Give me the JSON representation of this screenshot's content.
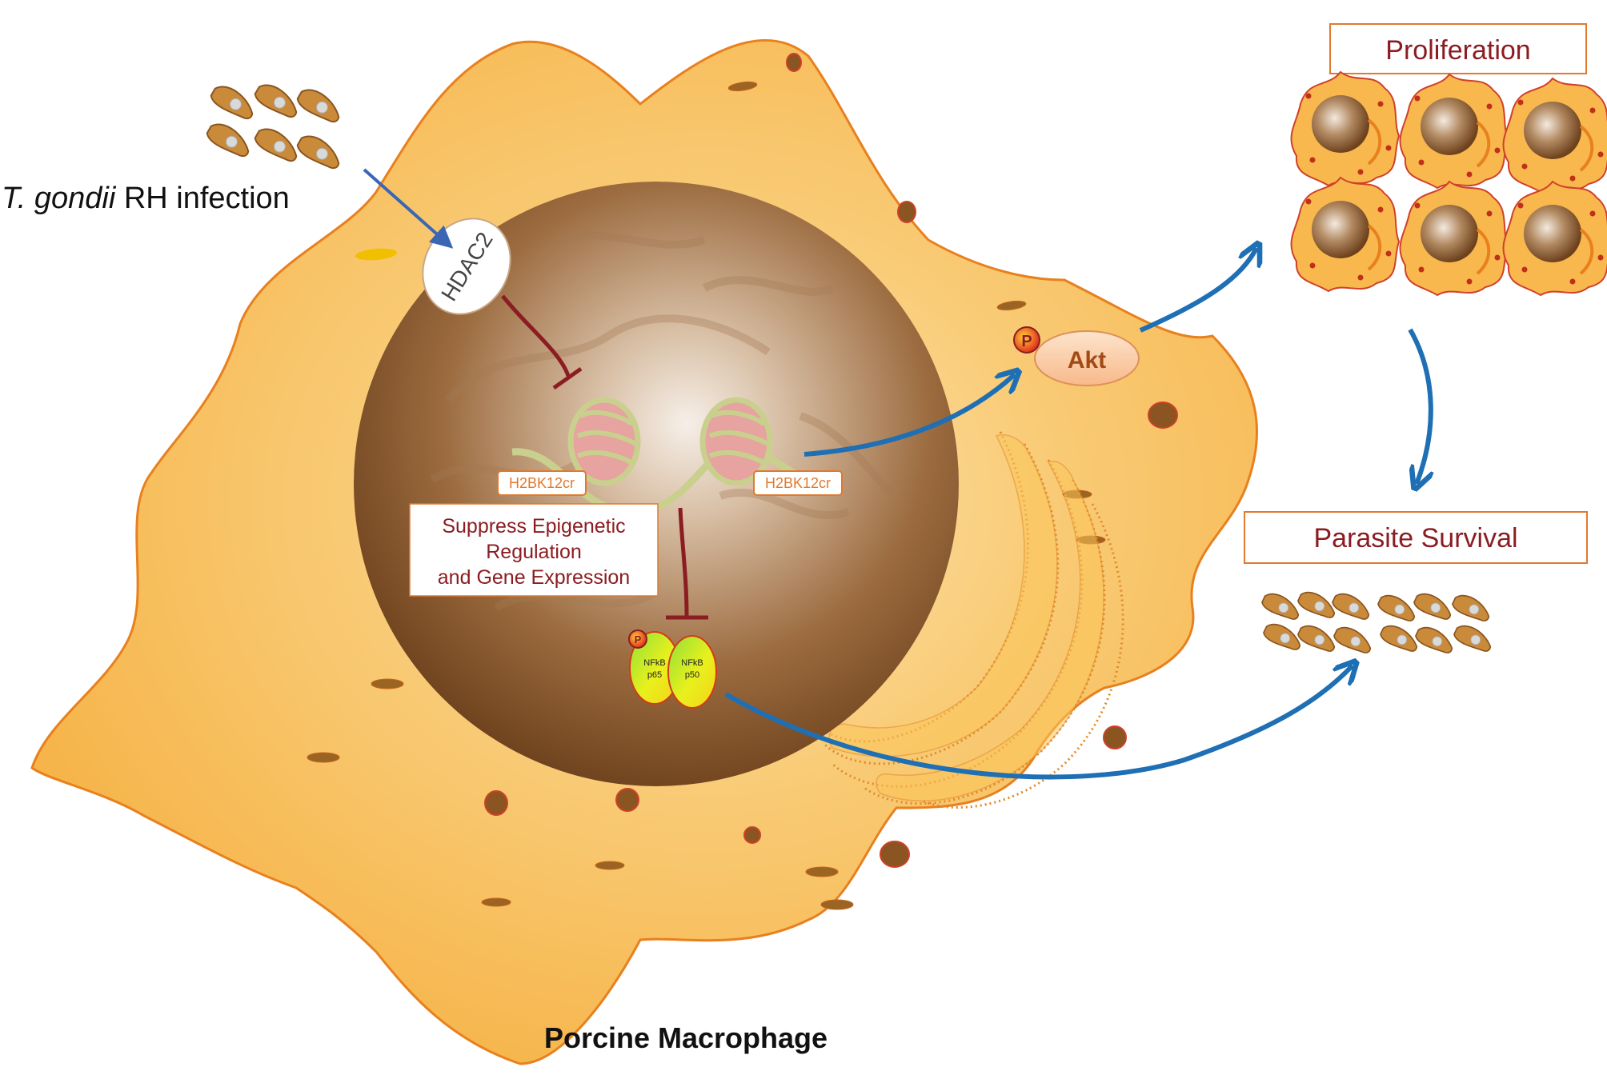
{
  "labels": {
    "infection_italic": "T. gondii",
    "infection_rest": " RH infection",
    "hdac2": "HDAC2",
    "akt": "Akt",
    "phospho": "P",
    "h2bk12cr_left": "H2BK12cr",
    "h2bk12cr_right": "H2BK12cr",
    "suppress_line1": "Suppress Epigenetic",
    "suppress_line2": "Regulation",
    "suppress_line3": "and Gene Expression",
    "nfkb_p65_line1": "NFkB",
    "nfkb_p65_line2": "p65",
    "nfkb_p50_line1": "NFkB",
    "nfkb_p50_line2": "p50",
    "proliferation": "Proliferation",
    "parasite_survival": "Parasite Survival",
    "cell_name": "Porcine Macrophage"
  },
  "colors": {
    "cytoplasm": "#f8b84e",
    "cell_border": "#e8801e",
    "nucleus_dark": "#7a4a22",
    "activation_arrow": "#1f6fb5",
    "inhibition_arrow": "#8b1d22",
    "box_border": "#e07a2e",
    "box_text": "#8b1d22",
    "parasite": "#c98a3a"
  }
}
